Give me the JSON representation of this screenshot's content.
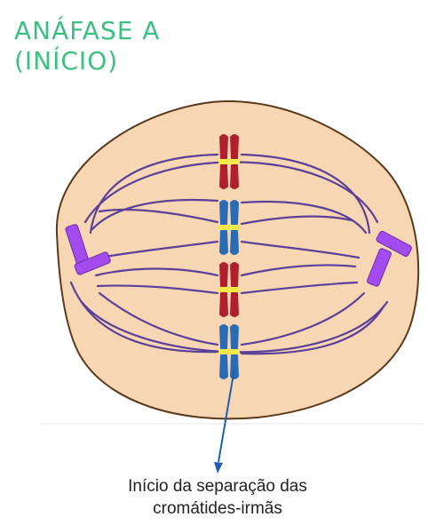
{
  "title": {
    "line1": "ANÁFASE A",
    "line2": "(INÍCIO)"
  },
  "caption": {
    "line1": "Início da separação das",
    "line2": "cromátides-irmãs"
  },
  "colors": {
    "title": "#3bbf82",
    "cell_fill": "#f7d7b3",
    "cell_outline": "#5a3a1a",
    "spindle": "#5b3f98",
    "centriole": "#a24cf0",
    "chromosome_red": "#b0202c",
    "chromosome_blue": "#2a6bb5",
    "centromere": "#f2e84a",
    "arrow": "#1f5fae"
  },
  "diagram": {
    "chromosomes": [
      {
        "color": "red"
      },
      {
        "color": "blue"
      },
      {
        "color": "red"
      },
      {
        "color": "blue"
      }
    ]
  }
}
